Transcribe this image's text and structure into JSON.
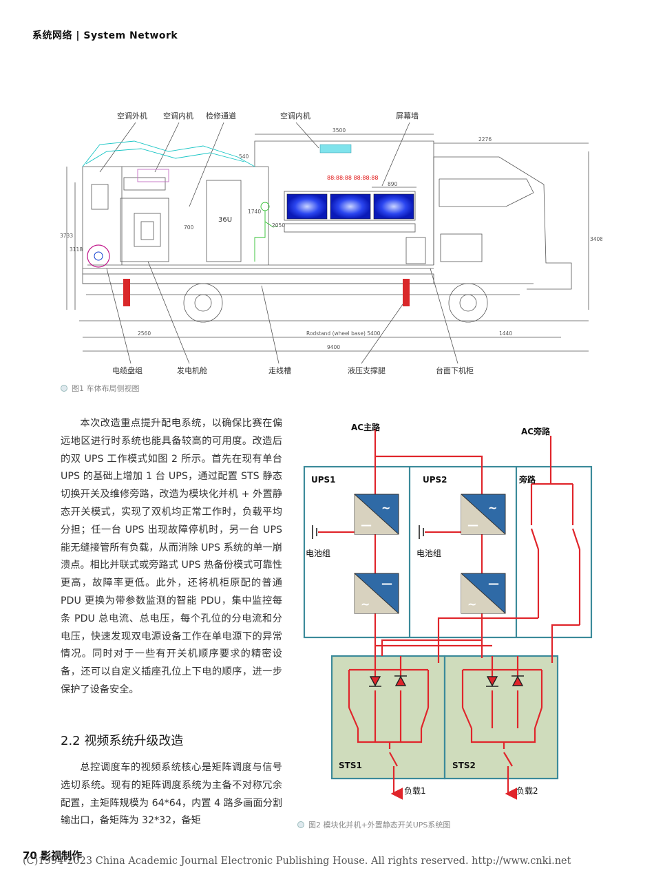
{
  "header": {
    "title": "系统网络 | System Network"
  },
  "figure1": {
    "caption": "图1 车体布局侧视图",
    "top_labels": [
      "空调外机",
      "空调内机",
      "检修通道",
      "空调内机",
      "屏幕墙"
    ],
    "bottom_labels": [
      "电缆盘组",
      "发电机舱",
      "走线槽",
      "液压支撑腿",
      "台面下机柜"
    ],
    "dims": {
      "d3500": "3500",
      "d2276": "2276",
      "d890": "890",
      "d700": "700",
      "d2050": "2050",
      "d1740": "1740",
      "d540": "540",
      "d3733": "3733",
      "d3118": "3118",
      "d3408": "3408",
      "d2560": "2560",
      "wheelbase": "Rodstand (wheel base) 5400",
      "d1440": "1440",
      "d9400": "9400"
    },
    "rack_label": "36U",
    "led_text": "88:88:88 88:88:88"
  },
  "body": {
    "paragraph1": "本次改造重点提升配电系统，以确保比赛在偏远地区进行时系统也能具备较高的可用度。改造后的双 UPS 工作模式如图 2 所示。首先在现有单台 UPS 的基础上增加 1 台 UPS，通过配置 STS 静态切换开关及维修旁路，改造为模块化并机 + 外置静态开关模式，实现了双机均正常工作时，负载平均分担；任一台 UPS 出现故障停机时，另一台 UPS 能无缝接管所有负载，从而消除 UPS 系统的单一崩溃点。相比并联式或旁路式 UPS 热备份模式可靠性更高，故障率更低。此外，还将机柜原配的普通 PDU 更换为带参数监测的智能 PDU，集中监控每条 PDU 总电流、总电压，每个孔位的分电流和分电压，快速发现双电源设备工作在单电源下的异常情况。同时对于一些有开关机顺序要求的精密设备，还可以自定义插座孔位上下电的顺序，进一步保护了设备安全。",
    "section_title": "2.2 视频系统升级改造",
    "paragraph2": "总控调度车的视频系统核心是矩阵调度与信号选切系统。现有的矩阵调度系统为主备不对称冗余配置，主矩阵规模为 64*64，内置 4 路多画面分割输出口，备矩阵为 32*32，备矩"
  },
  "figure2": {
    "caption": "图2 模块化并机+外置静态开关UPS系统图",
    "ac_main": "AC主路",
    "ac_bypass": "AC旁路",
    "ups1": "UPS1",
    "ups2": "UPS2",
    "bypass": "旁路",
    "battery1": "电池组",
    "battery2": "电池组",
    "sts1": "STS1",
    "sts2": "STS2",
    "load1": "负载1",
    "load2": "负载2",
    "colors": {
      "line": "#e0252b",
      "frame": "#3b8a9a",
      "converter": "#2f6aa6",
      "sts_fill": "#cfdcbc"
    }
  },
  "footer": {
    "page_number": "70",
    "magazine": "影视制作",
    "copyright": "(C)1994-2023 China Academic Journal Electronic Publishing House. All rights reserved.    http://www.cnki.net"
  }
}
